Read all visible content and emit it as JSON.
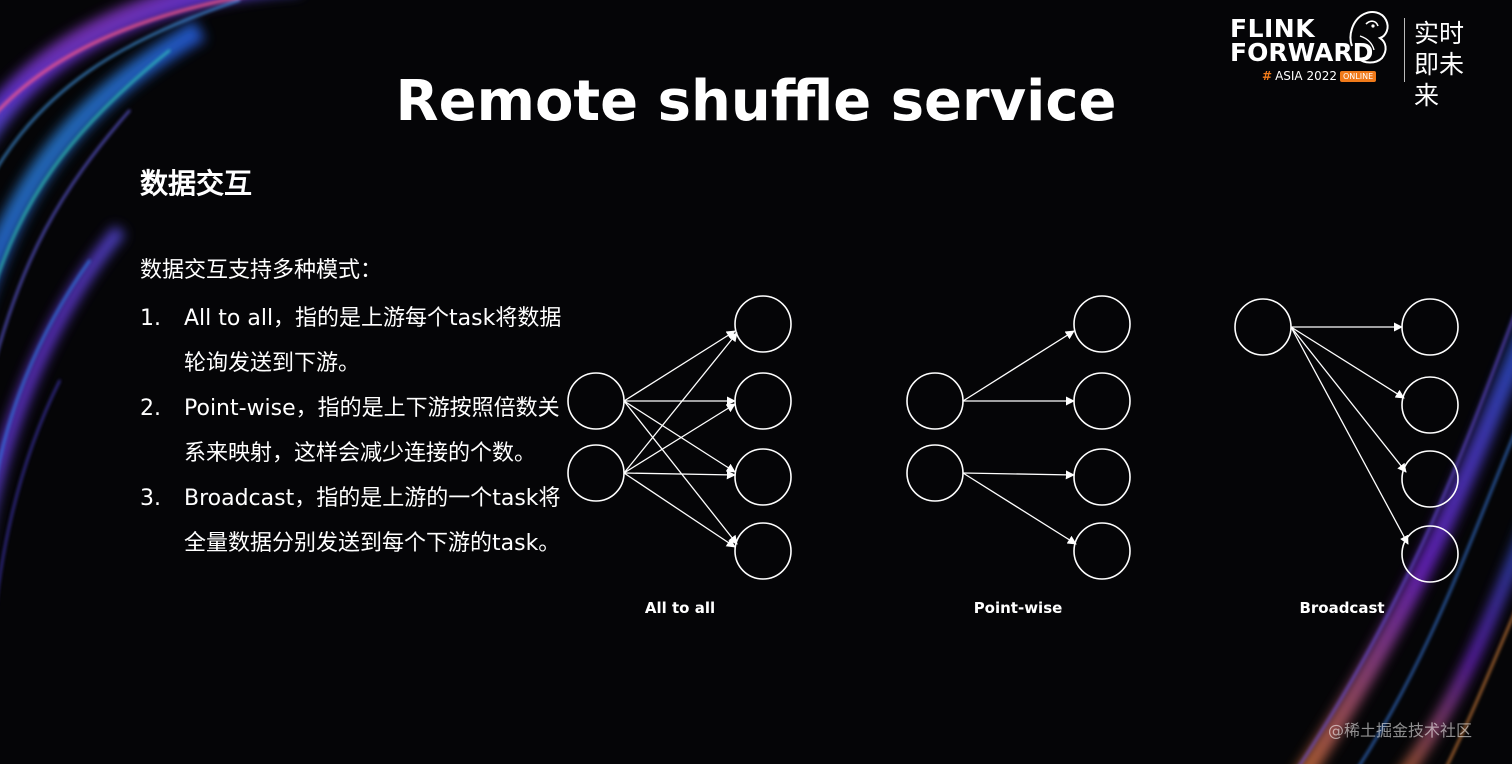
{
  "title": "Remote shuffle service",
  "section_heading": "数据交互",
  "intro": "数据交互支持多种模式：",
  "modes": [
    {
      "number": "1.",
      "text": "All to all，指的是上游每个task将数据轮询发送到下游。"
    },
    {
      "number": "2.",
      "text": "Point-wise，指的是上下游按照倍数关系来映射，这样会减少连接的个数。"
    },
    {
      "number": "3.",
      "text": "Broadcast，指的是上游的一个task将全量数据分别发送到每个下游的task。"
    }
  ],
  "diagrams": {
    "all_to_all": {
      "label": "All to all",
      "upstream_nodes": 2,
      "downstream_nodes": 4
    },
    "point_wise": {
      "label": "Point-wise",
      "upstream_nodes": 2,
      "downstream_nodes": 4
    },
    "broadcast": {
      "label": "Broadcast",
      "upstream_nodes": 1,
      "downstream_nodes": 4
    }
  },
  "logo": {
    "line1": "FLINK",
    "line2": "FORWARD",
    "hash": "#",
    "edition": "ASIA 2022",
    "badge": "ONLINE",
    "slogan": "实时即未来"
  },
  "watermark": "@稀土掘金技术社区",
  "colors": {
    "background": "#050507",
    "text": "#ffffff",
    "accent": "#f07a1a"
  }
}
